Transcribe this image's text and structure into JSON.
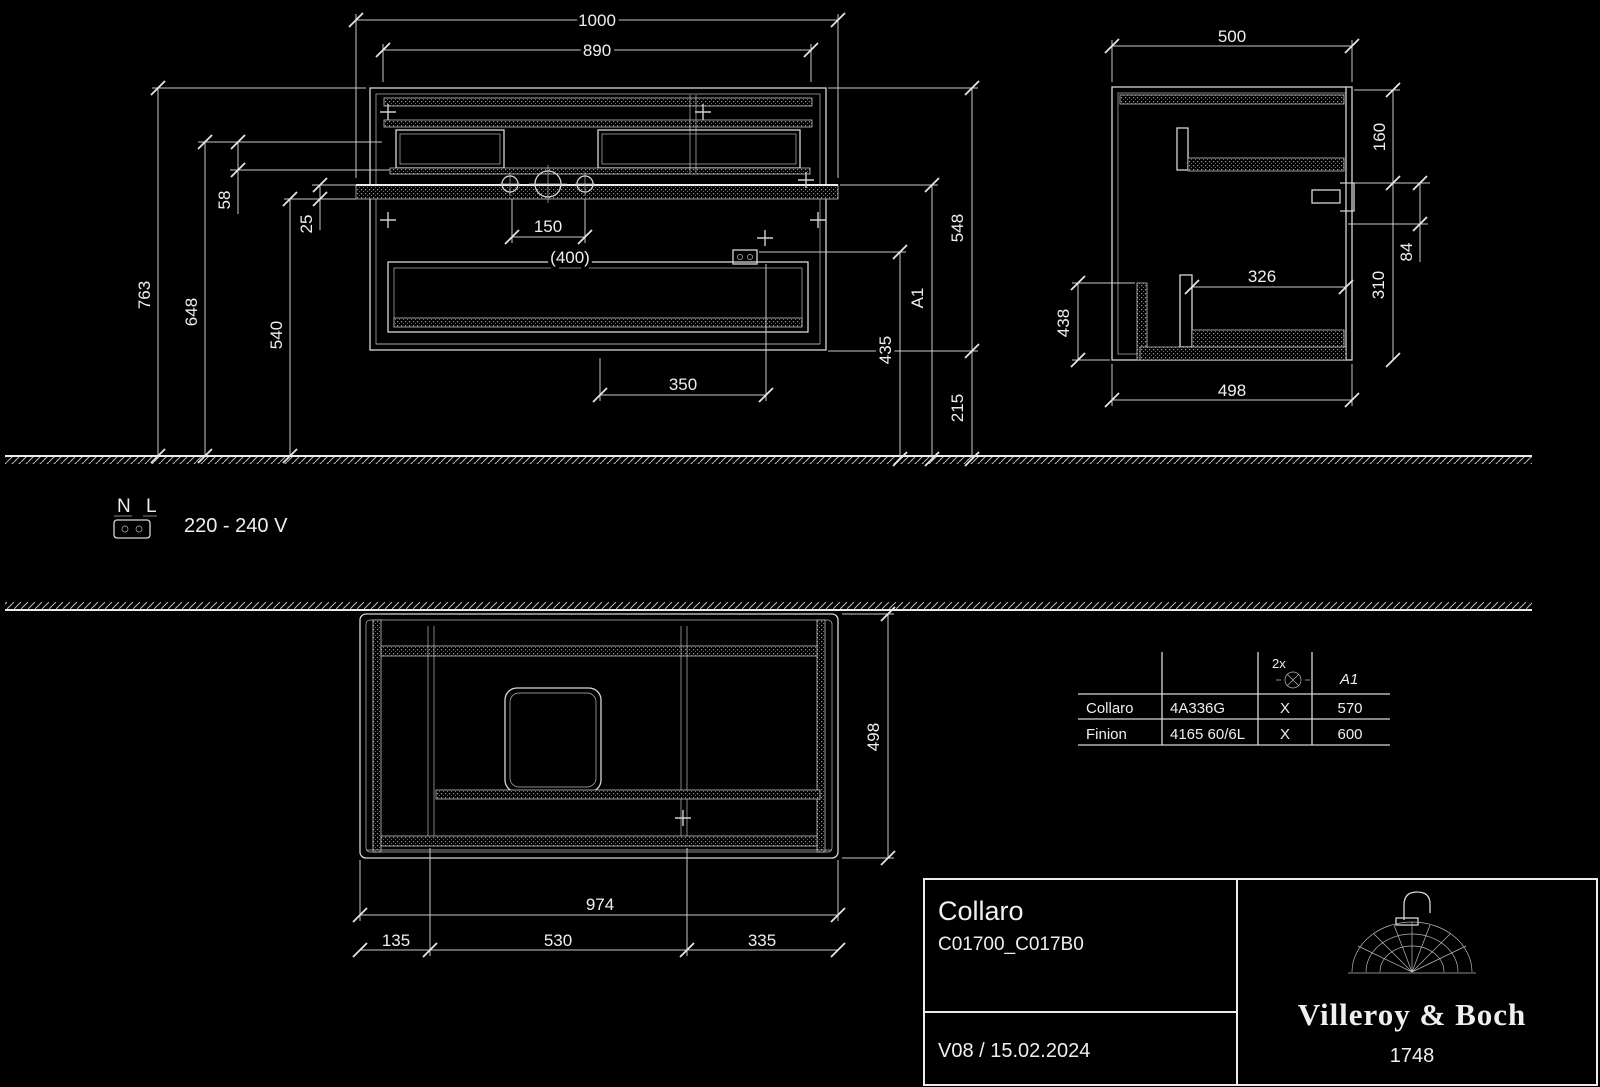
{
  "front_view": {
    "width_overall": "1000",
    "width_inner": "890",
    "tap_spacing": "150",
    "ref_dim": "(400)",
    "drain_offset": "350",
    "left": {
      "total": "763",
      "mid": "648",
      "lower": "540",
      "gap_top": "58",
      "deck": "25"
    },
    "right": {
      "cabinet_height": "548",
      "below_cabinet": "215",
      "a1": "A1",
      "outlet_height": "435"
    }
  },
  "side_view": {
    "depth_top": "500",
    "depth_bottom": "498",
    "right_top": "160",
    "right_bracket": "84",
    "right_lower": "310",
    "inner_depth": "326",
    "left_lower": "438"
  },
  "plan_view": {
    "width_body": "974",
    "seg_left": "135",
    "seg_mid": "530",
    "seg_right": "335",
    "depth": "498"
  },
  "electrical": {
    "n": "N",
    "l": "L",
    "voltage": "220 - 240 V"
  },
  "table": {
    "header_qty": "2x",
    "header_a1": "A1",
    "rows": [
      {
        "name": "Collaro",
        "article": "4A336G",
        "fit": "X",
        "a1": "570"
      },
      {
        "name": "Finion",
        "article": "4165 60/6L",
        "fit": "X",
        "a1": "600"
      }
    ]
  },
  "title_block": {
    "product": "Collaro",
    "codes": "C01700_C017B0",
    "version": "V08 / 15.02.2024",
    "brand": "Villeroy & Boch",
    "number": "1748"
  }
}
